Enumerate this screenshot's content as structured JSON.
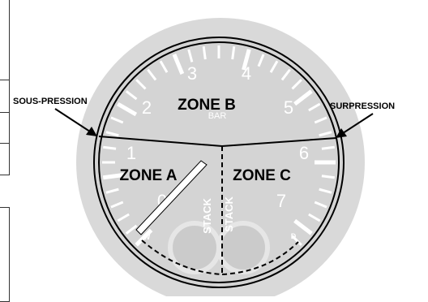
{
  "gauge": {
    "scale_numbers": [
      "0",
      "1",
      "2",
      "3",
      "4",
      "5",
      "6",
      "7"
    ],
    "unit": "BAR",
    "stack_labels": [
      "STACK",
      "STACK"
    ],
    "min_mark": "W",
    "max_mark": "D"
  },
  "zones": {
    "a": "ZONE A",
    "b": "ZONE B",
    "c": "ZONE C"
  },
  "callouts": {
    "left": "SOUS-PRESSION",
    "right": "SURPRESSION"
  },
  "colors": {
    "dial_gray": "#d9d9d9",
    "dial_dark": "#cfcfcf",
    "line_black": "#000000",
    "mark_white": "#ffffff"
  }
}
